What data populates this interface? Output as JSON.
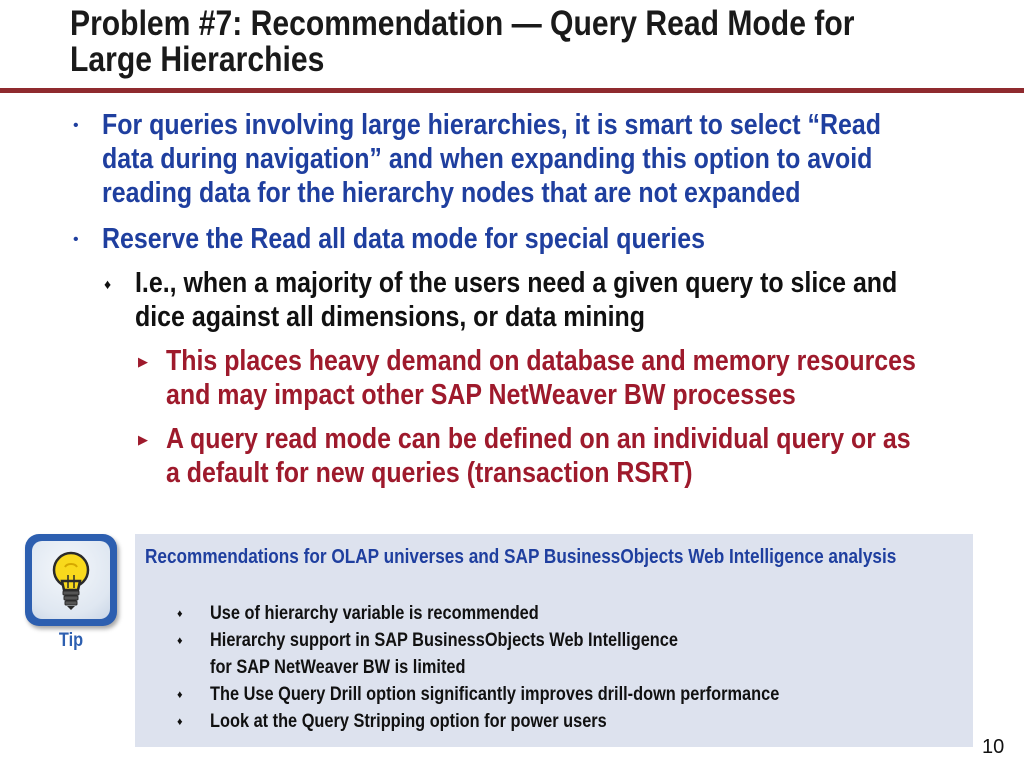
{
  "title": {
    "line1": "Problem #7: Recommendation — Query Read Mode for",
    "line2": "Large Hierarchies"
  },
  "bullets": [
    {
      "marker": "•",
      "lines": [
        "For queries involving large hierarchies, it is smart to select “Read",
        "data during navigation” and when expanding this option to avoid",
        "reading data for the hierarchy nodes that are not expanded"
      ]
    },
    {
      "marker": "•",
      "lines": [
        "Reserve the Read all data mode for special queries"
      ]
    },
    {
      "marker": "♦",
      "lines": [
        "I.e., when a majority of the users need a given query to slice and",
        "dice against all dimensions, or data mining"
      ]
    },
    {
      "marker": "▶",
      "lines": [
        "This places heavy demand on database and memory resources",
        "and may impact other SAP NetWeaver BW processes"
      ]
    },
    {
      "marker": "▶",
      "lines": [
        "A query read mode can be defined on an individual query or as",
        "a default for new queries (transaction RSRT)"
      ]
    }
  ],
  "tip": {
    "label": "Tip",
    "icon": "lightbulb-icon",
    "heading": "Recommendations for OLAP universes and SAP BusinessObjects Web Intelligence analysis",
    "items": [
      {
        "marker": "♦",
        "lines": [
          "Use of hierarchy variable is recommended"
        ]
      },
      {
        "marker": "♦",
        "lines": [
          "Hierarchy support in SAP BusinessObjects Web Intelligence",
          "for SAP NetWeaver BW is limited"
        ]
      },
      {
        "marker": "♦",
        "lines": [
          "The Use Query Drill option significantly improves drill-down performance"
        ]
      },
      {
        "marker": "♦",
        "lines": [
          "Look at the Query Stripping option for power users"
        ]
      }
    ]
  },
  "page_number": "10",
  "colors": {
    "title_rule": "#8f2a2e",
    "level1_text": "#1f3f9f",
    "level2_text": "#111111",
    "level3_text": "#9e1a2c",
    "tip_box": "#dde2ee",
    "tip_icon_frame": "#2d5fb0"
  }
}
